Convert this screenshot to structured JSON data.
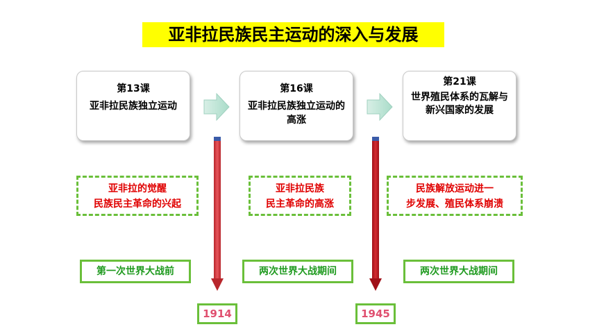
{
  "title": "亚非拉民族民主运动的深入与发展",
  "lessons": [
    {
      "num": "第13课",
      "desc": "亚非拉民族独立运动"
    },
    {
      "num": "第16课",
      "desc": "亚非拉民族独立运动的高涨"
    },
    {
      "num": "第21课",
      "desc": "世界殖民体系的瓦解与新兴国家的发展"
    }
  ],
  "stages": [
    {
      "line1": "亚非拉的觉醒",
      "line2": "民族民主革命的兴起"
    },
    {
      "line1": "亚非拉民族",
      "line2": "民主革命的高涨"
    },
    {
      "line1": "民族解放运动进一",
      "line2": "步发展、殖民体系崩溃"
    }
  ],
  "periods": [
    "第一次世界大战前",
    "两次世界大战期间",
    "两次世界大战期间"
  ],
  "years": [
    "1914",
    "1945"
  ],
  "colors": {
    "title_bg": "#ffff00",
    "dashed_border": "#6abf3a",
    "stage_text": "#e00000",
    "period_text": "#1f9a1f",
    "year_text": "#e05070",
    "arrow_red": "#d9393e",
    "arrow_green": "#b9e4d4"
  }
}
